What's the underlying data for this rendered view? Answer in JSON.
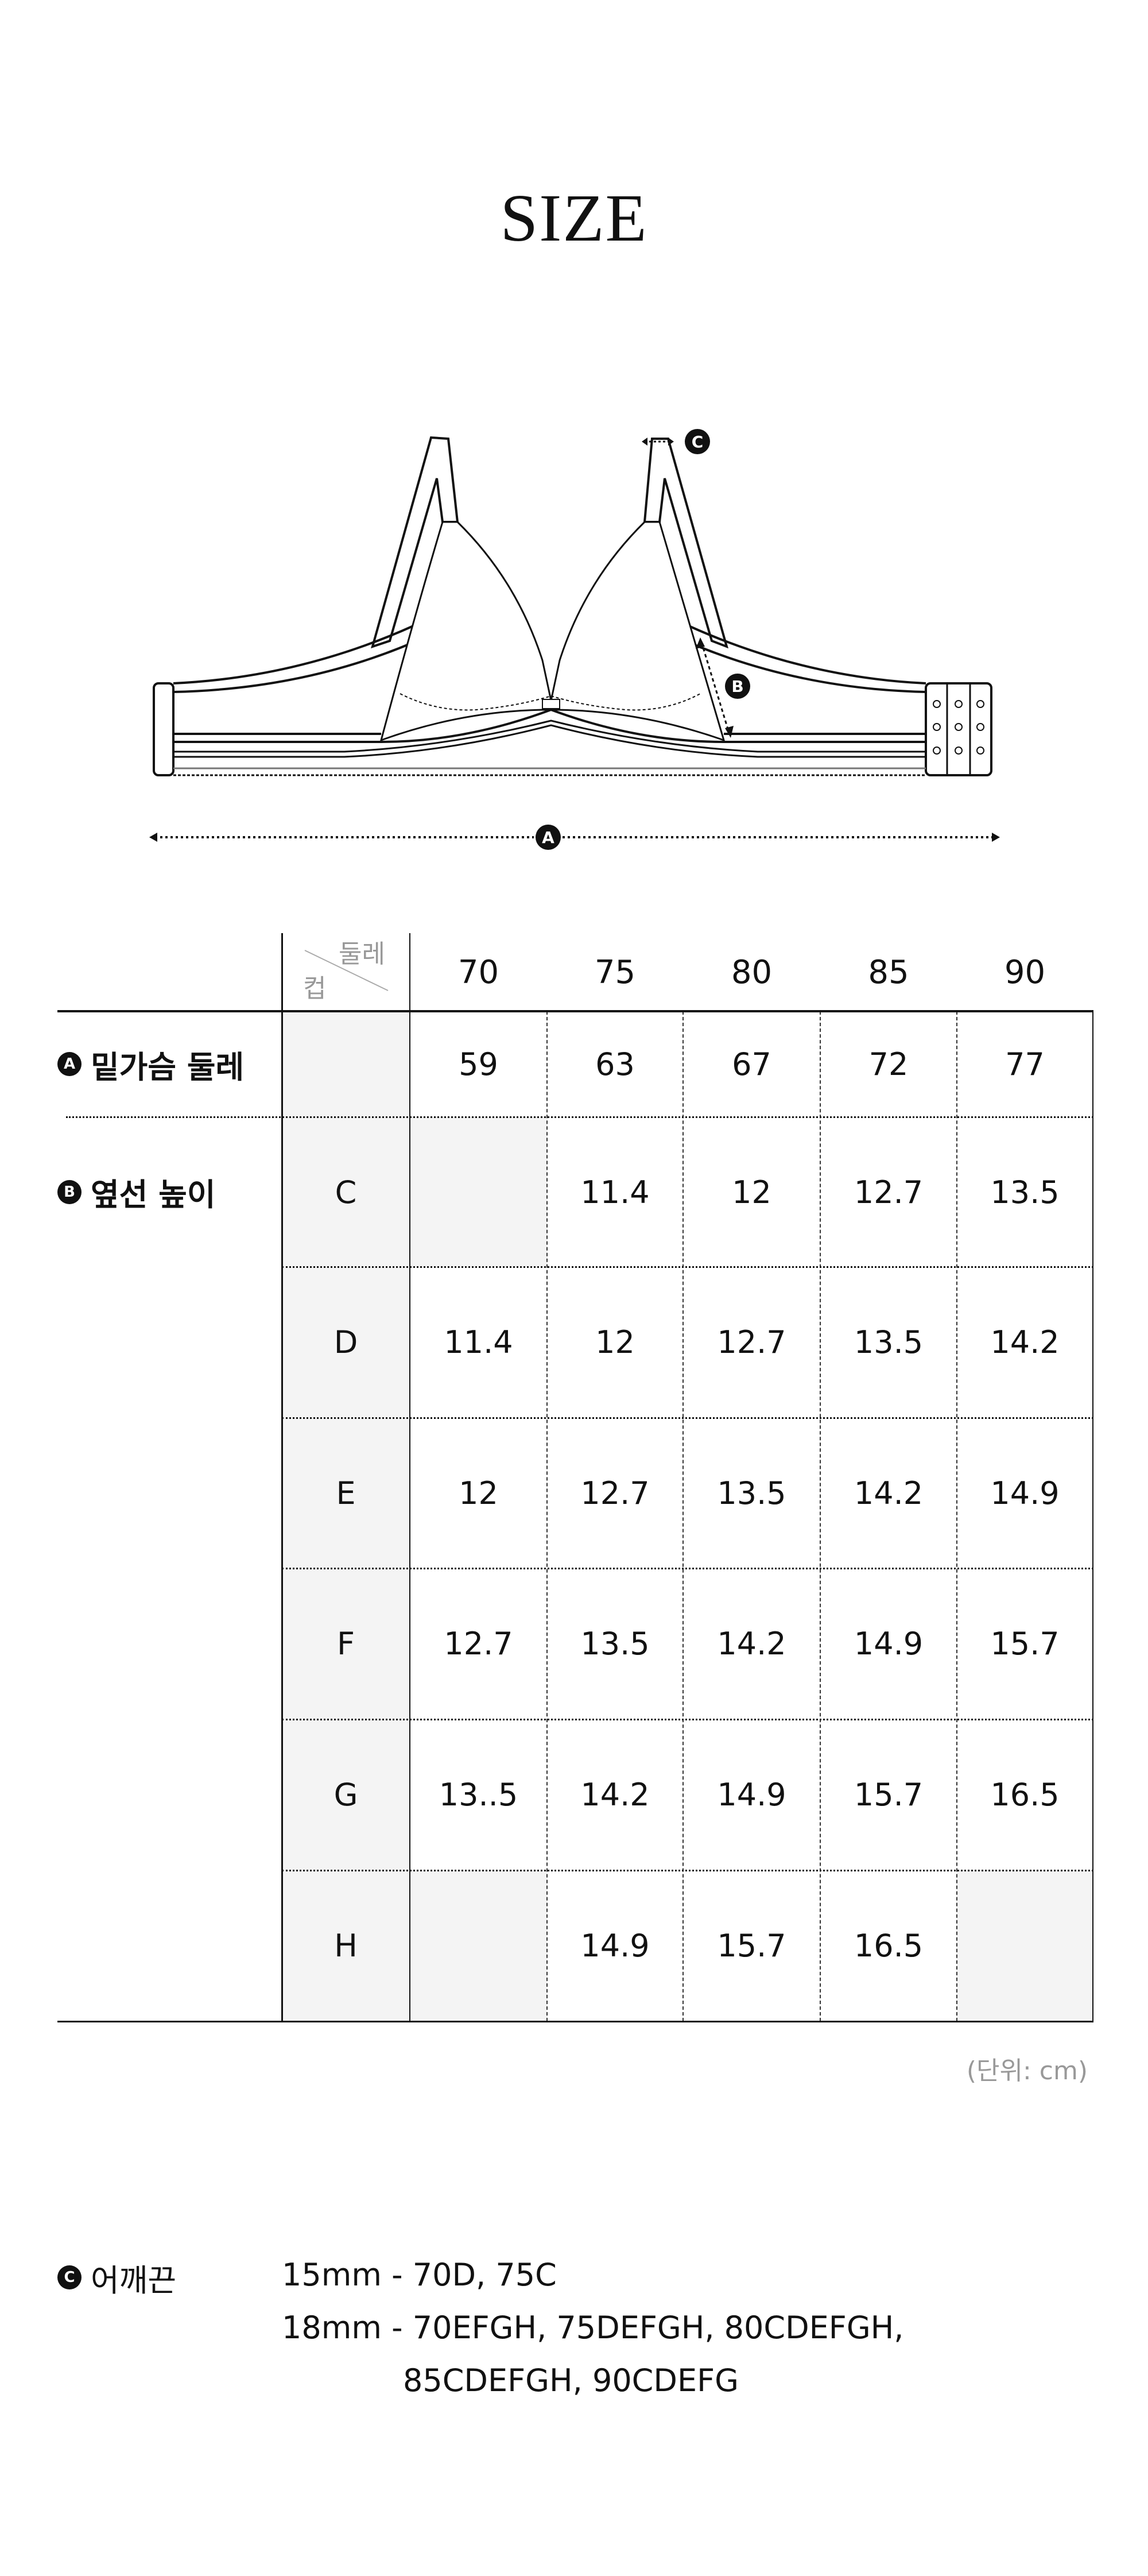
{
  "title": "SIZE",
  "diagram": {
    "markers": [
      "A",
      "B",
      "C"
    ]
  },
  "table": {
    "corner": {
      "top": "둘레",
      "bottom": "컵"
    },
    "columns": [
      "70",
      "75",
      "80",
      "85",
      "90"
    ],
    "underbust": {
      "marker": "A",
      "label": "밑가슴 둘레",
      "values": [
        "59",
        "63",
        "67",
        "72",
        "77"
      ]
    },
    "side_height": {
      "marker": "B",
      "label": "옆선 높이",
      "rows": [
        {
          "cup": "C",
          "values": [
            "",
            "11.4",
            "12",
            "12.7",
            "13.5"
          ]
        },
        {
          "cup": "D",
          "values": [
            "11.4",
            "12",
            "12.7",
            "13.5",
            "14.2"
          ]
        },
        {
          "cup": "E",
          "values": [
            "12",
            "12.7",
            "13.5",
            "14.2",
            "14.9"
          ]
        },
        {
          "cup": "F",
          "values": [
            "12.7",
            "13.5",
            "14.2",
            "14.9",
            "15.7"
          ]
        },
        {
          "cup": "G",
          "values": [
            "13..5",
            "14.2",
            "14.9",
            "15.7",
            "16.5"
          ]
        },
        {
          "cup": "H",
          "values": [
            "",
            "14.9",
            "15.7",
            "16.5",
            ""
          ]
        }
      ]
    },
    "unit": "(단위: cm)"
  },
  "strap": {
    "marker": "C",
    "label": "어깨끈",
    "lines": [
      "15mm - 70D, 75C",
      "18mm - 70EFGH, 75DEFGH, 80CDEFGH,",
      "85CDEFGH, 90CDEFG"
    ]
  },
  "colors": {
    "text": "#111111",
    "muted": "#999999",
    "shade": "#f4f4f4"
  }
}
